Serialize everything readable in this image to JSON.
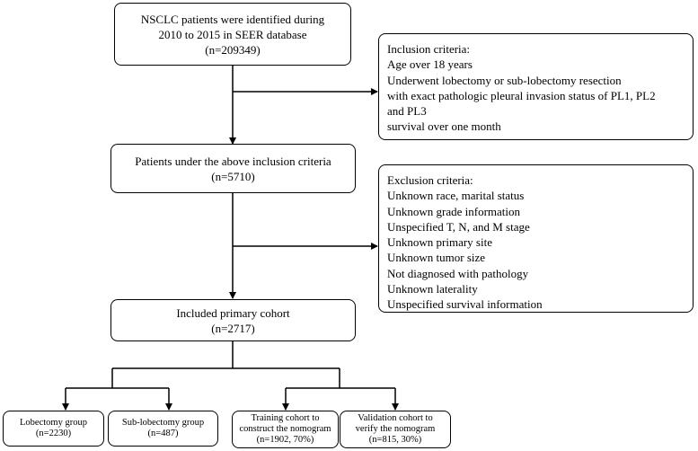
{
  "boxes": {
    "identified": [
      "NSCLC patients were identified during",
      "2010 to 2015 in SEER database",
      "(n=209349)"
    ],
    "inclusion": {
      "title": "Inclusion criteria:",
      "items": [
        "Age over 18 years",
        "Underwent lobectomy or sub-lobectomy resection",
        "with exact pathologic pleural invasion status of PL1, PL2",
        "and PL3",
        "survival over one month"
      ]
    },
    "after_inclusion": [
      "Patients under the above inclusion criteria",
      "(n=5710)"
    ],
    "exclusion": {
      "title": "Exclusion criteria:",
      "items": [
        "Unknown race, marital status",
        "Unknown grade information",
        "Unspecified T, N, and M stage",
        "Unknown primary site",
        "Unknown tumor size",
        "Not diagnosed with pathology",
        "Unknown laterality",
        "Unspecified survival information"
      ]
    },
    "primary_cohort": [
      "Included primary cohort",
      "(n=2717)"
    ],
    "lobectomy": [
      "Lobectomy group",
      "(n=2230)"
    ],
    "sublobectomy": [
      "Sub-lobectomy group",
      "(n=487)"
    ],
    "training": [
      "Training cohort to",
      "construct the nomogram",
      "(n=1902, 70%)"
    ],
    "validation": [
      "Validation cohort to",
      "verify the nomogram",
      "(n=815, 30%)"
    ]
  }
}
